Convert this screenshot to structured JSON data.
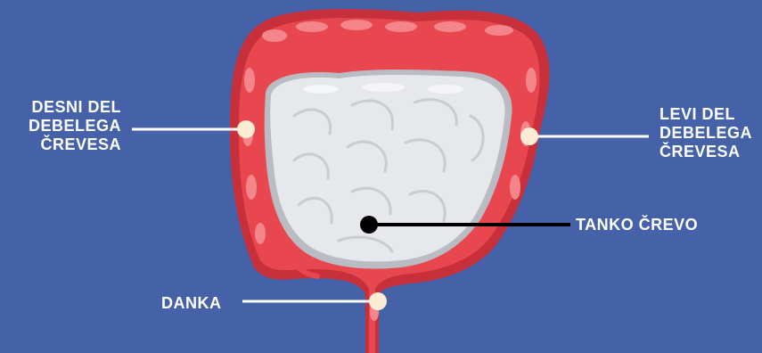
{
  "labels": {
    "right_colon": "DESNI DEL\nDEBELEGA\nČREVESA",
    "left_colon": "LEVI DEL\nDEBELEGA\nČREVESA",
    "small_intestine": "TANKO ČREVO",
    "rectum": "DANKA"
  },
  "colors": {
    "background": "#4561a8",
    "colon": "#e8474f",
    "colon_highlight": "#f4858a",
    "colon_shadow": "#c7303a",
    "small_intestine": "#e6e8ec",
    "small_intestine_shadow": "#b9bcc3",
    "leader_line_white": "#ffffff",
    "leader_dot_cream": "#fbecd3",
    "leader_line_black": "#000000"
  },
  "icons": [
    "colon-illustration",
    "small-intestine-illustration"
  ]
}
